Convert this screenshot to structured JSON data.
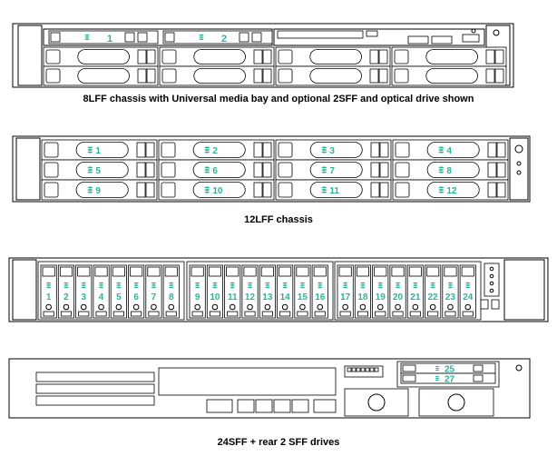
{
  "diagrams": [
    {
      "id": "8lff",
      "caption": "8LFF chassis with Universal media bay and optional 2SFF and optical drive shown",
      "media_bay_drives": [
        "1",
        "2"
      ]
    },
    {
      "id": "12lff",
      "caption": "12LFF chassis",
      "drive_numbers": [
        "1",
        "2",
        "3",
        "4",
        "5",
        "6",
        "7",
        "8",
        "9",
        "10",
        "11",
        "12"
      ]
    },
    {
      "id": "24sff",
      "caption": "",
      "drive_numbers": [
        "1",
        "2",
        "3",
        "4",
        "5",
        "6",
        "7",
        "8",
        "9",
        "10",
        "11",
        "12",
        "13",
        "14",
        "15",
        "16",
        "17",
        "18",
        "19",
        "20",
        "21",
        "22",
        "23",
        "24"
      ]
    },
    {
      "id": "rear",
      "caption": "24SFF + rear 2 SFF drives",
      "rear_drive_numbers": [
        "25",
        "27"
      ]
    }
  ],
  "colors": {
    "accent": "#2bb39a",
    "line": "#000000",
    "fill": "#ffffff",
    "shade": "#e6e6e6"
  }
}
